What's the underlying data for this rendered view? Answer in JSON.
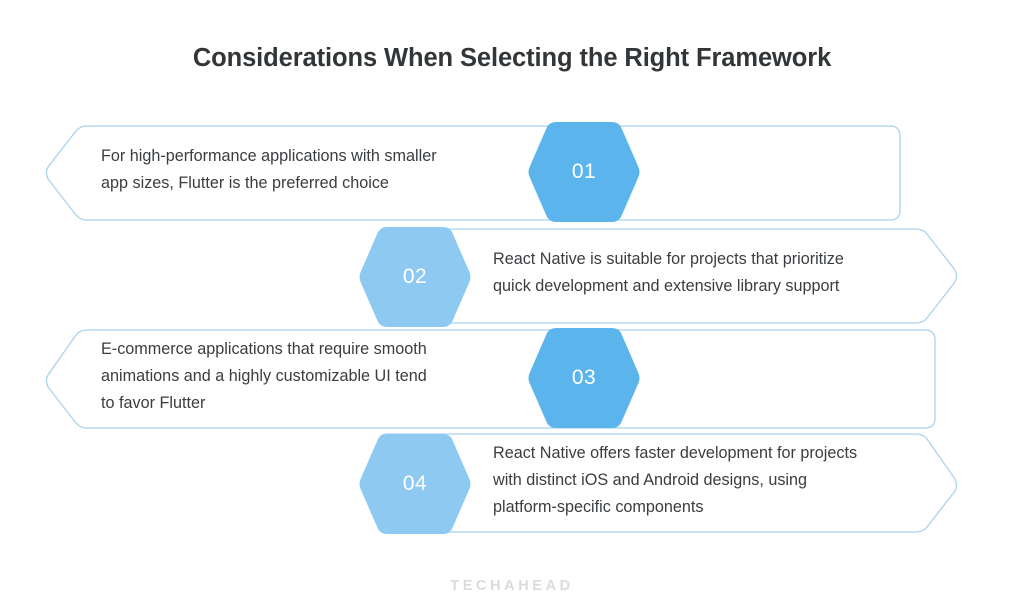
{
  "page": {
    "title": "Considerations When Selecting the Right Framework",
    "background_color": "#ffffff",
    "title_color": "#333638"
  },
  "colors": {
    "hex_dark": "#5bb5ec",
    "hex_light": "#8ec9f2",
    "banner_border": "#a8d4ee",
    "banner_fill": "#ffffff",
    "body_text": "#3a3d40",
    "watermark": "#d9dcde"
  },
  "rows": [
    {
      "number": "01",
      "text": "For high-performance applications with smaller\napp sizes, Flutter is the preferred choice",
      "direction": "left",
      "hex_color": "#5bb5ec"
    },
    {
      "number": "02",
      "text": "React Native is suitable for projects that prioritize\nquick development and extensive library support",
      "direction": "right",
      "hex_color": "#8ec9f2"
    },
    {
      "number": "03",
      "text": "E-commerce applications that require smooth\nanimations and a highly customizable UI tend\nto favor Flutter",
      "direction": "left",
      "hex_color": "#5bb5ec"
    },
    {
      "number": "04",
      "text": "React Native offers faster development for projects\nwith distinct iOS and Android designs, using\nplatform-specific components",
      "direction": "right",
      "hex_color": "#8ec9f2"
    }
  ],
  "footer": {
    "watermark": "TECHAHEAD"
  }
}
